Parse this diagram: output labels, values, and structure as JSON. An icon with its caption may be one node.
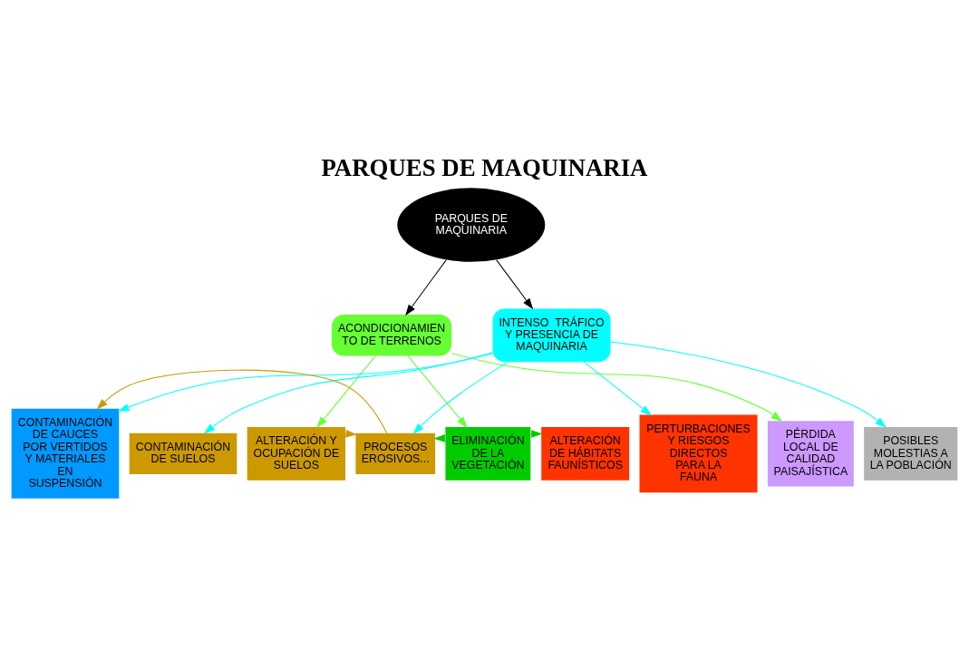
{
  "diagram": {
    "title": "PARQUES DE MAQUINARIA",
    "nodes": [
      {
        "text": [
          "PARQUES DE MAQUINARIA"
        ]
      },
      {
        "text": [
          "ACONDICIONAMIEN TO DE TERRENOS"
        ]
      },
      {
        "text": [
          "INTENSO  TRÁFICO Y PRESENCIA DE MAQUINARIA"
        ]
      },
      {
        "text": [
          "CONTAMINACIÓN DE CAUCES POR VERTIDOS Y MATERIALES EN SUSPENSIÓN"
        ]
      },
      {
        "text": [
          "CONTAMINACIÓN DE SUELOS"
        ]
      },
      {
        "text": [
          "ALTERACIÓN Y OCUPACIÓN DE SUELOS"
        ]
      },
      {
        "text": [
          "PROCESOS EROSIVOS..."
        ]
      },
      {
        "text": [
          "ELIMINACIÓN DE LA VEGETACIÓN"
        ]
      },
      {
        "text": [
          "ALTERACIÓN DE HÁBITATS FAUNÍSTICOS"
        ]
      },
      {
        "text": [
          "PERTURBACIONES Y RIESGOS DIRECTOS PARA LA FAUNA"
        ]
      },
      {
        "text": [
          "PÉRDIDA LOCAL DE CALIDAD PAISAJÍSTICA"
        ]
      },
      {
        "text": [
          "POSIBLES MOLESTIAS A LA POBLACIÓN"
        ]
      }
    ],
    "edges": [
      {
        "from": 0,
        "to": 1,
        "arrow": "to",
        "color": "#000000"
      },
      {
        "from": 0,
        "to": 2,
        "arrow": "to",
        "color": "#000000"
      },
      {
        "from": 2,
        "to": 3,
        "arrow": "to",
        "color": "#00ffff"
      },
      {
        "from": 2,
        "to": 4,
        "arrow": "to",
        "color": "#00ffff"
      },
      {
        "from": 1,
        "to": 5,
        "arrow": "to",
        "color": "#66ff33"
      },
      {
        "from": 2,
        "to": 6,
        "arrow": "to",
        "color": "#00ffff"
      },
      {
        "from": 1,
        "to": 7,
        "arrow": "to",
        "color": "#66ff33"
      },
      {
        "from": 2,
        "to": 9,
        "arrow": "to",
        "color": "#00ffff"
      },
      {
        "from": 1,
        "to": 10,
        "arrow": "to",
        "color": "#66ff33"
      },
      {
        "from": 2,
        "to": 11,
        "arrow": "to",
        "color": "#00ffff"
      },
      {
        "from": 5,
        "to": 6,
        "arrow": "to",
        "color": "#cc9900"
      },
      {
        "from": 7,
        "to": 6,
        "arrow": "to",
        "color": "#00cc00"
      },
      {
        "from": 7,
        "to": 8,
        "arrow": "to",
        "color": "#00cc00"
      },
      {
        "from": 6,
        "to": 3,
        "arrow": "to",
        "color": "#cc9900"
      }
    ]
  }
}
